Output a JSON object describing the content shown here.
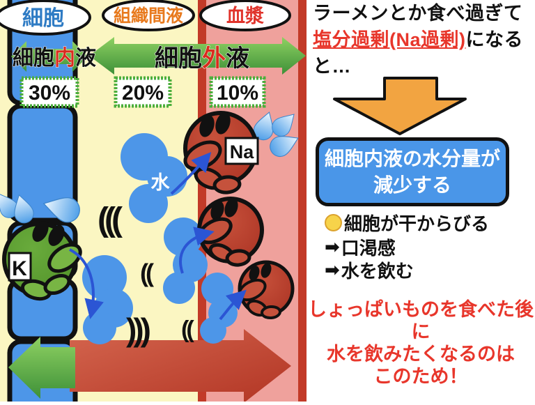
{
  "left_panel": {
    "column_labels": {
      "cell_oval": "細胞",
      "interstitial_oval": "組織間液",
      "plasma_oval": "血漿"
    },
    "fluid_arrows": {
      "intracellular": {
        "pre": "細胞",
        "highlight": "内",
        "post": "液"
      },
      "extracellular": {
        "pre": "細胞",
        "highlight": "外",
        "post": "液"
      }
    },
    "percentages": {
      "intracellular": "30%",
      "interstitial": "20%",
      "plasma": "10%"
    },
    "ions": {
      "na_label": "Na",
      "k_label": "K"
    },
    "water_label": "水",
    "wave_marks": [
      "(((",
      "((",
      ")))",
      "(("
    ]
  },
  "right_panel": {
    "heading": {
      "line1": "ラーメンとか食べ過ぎて",
      "line2_highlight": "塩分過剰(Na過剰)",
      "line2_rest": "になる",
      "line3": "と…"
    },
    "result_box": {
      "line1": "細胞内液の水分量が",
      "line2": "減少する"
    },
    "arrow_bullet_glyph": "➡",
    "bullets": [
      {
        "text": "細胞が干からびる"
      },
      {
        "text": "口渇感"
      },
      {
        "text": "水を飲む"
      }
    ],
    "conclusion": {
      "line1": "しょっぱいものを食べた後に",
      "line2": "水を飲みたくなるのは",
      "line3": "このため！"
    }
  },
  "colors": {
    "background_yellow": "#fbf6c2",
    "cell_blue": "#4d96e8",
    "plasma_pink": "#efa19c",
    "plasma_border_red": "#c23a28",
    "arrow_green": "#6cbe49",
    "down_arrow_orange": "#f2a441",
    "na_body_red": "#b03627",
    "k_body_green": "#589e2f",
    "accent_red_text": "#e8362b",
    "oval_cell_blue_text": "#2e7bc4",
    "oval_interstitial_orange_text": "#e87a1e",
    "oval_plasma_red_text": "#e0342c"
  }
}
